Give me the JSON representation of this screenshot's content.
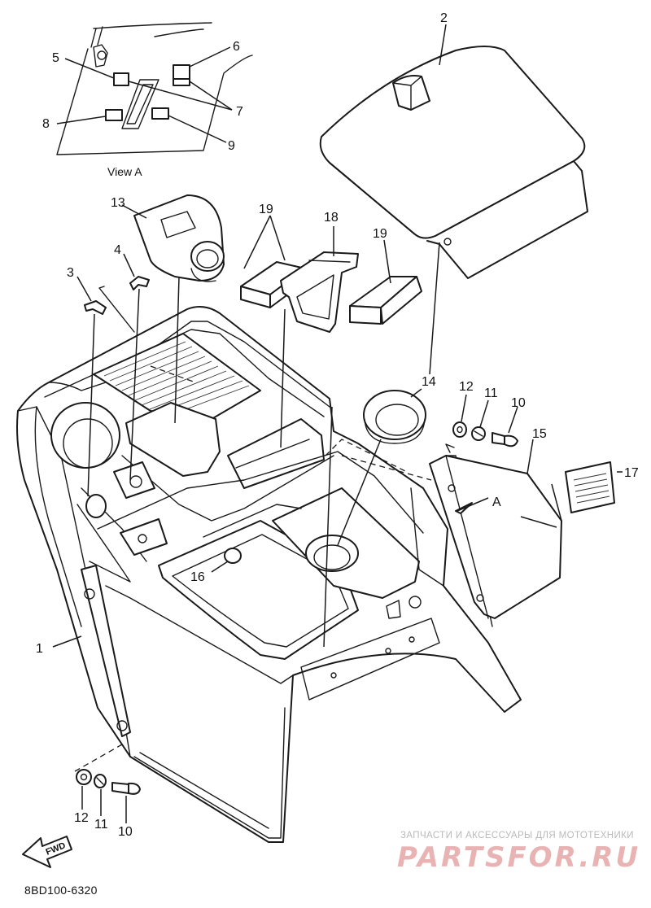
{
  "view_a": {
    "caption": "View A",
    "callouts": [
      "5",
      "6",
      "7",
      "8",
      "9"
    ]
  },
  "callouts": {
    "c1": "1",
    "c2": "2",
    "c3": "3",
    "c4": "4",
    "c10": "10",
    "c11": "11",
    "c12": "12",
    "c13": "13",
    "c14": "14",
    "c15": "15",
    "c16": "16",
    "c17": "17",
    "c18": "18",
    "c19": "19",
    "c10b": "10",
    "c11b": "11",
    "c12b": "12",
    "arrow_a": "A"
  },
  "fwd_label": "FWD",
  "diagram_code": "8BD100-6320",
  "watermark": {
    "line1": "ЗАПЧАСТИ И АКСЕССУАРЫ ДЛЯ МОТОТЕХНИКИ",
    "brand": "PARTSFOR.RU"
  }
}
